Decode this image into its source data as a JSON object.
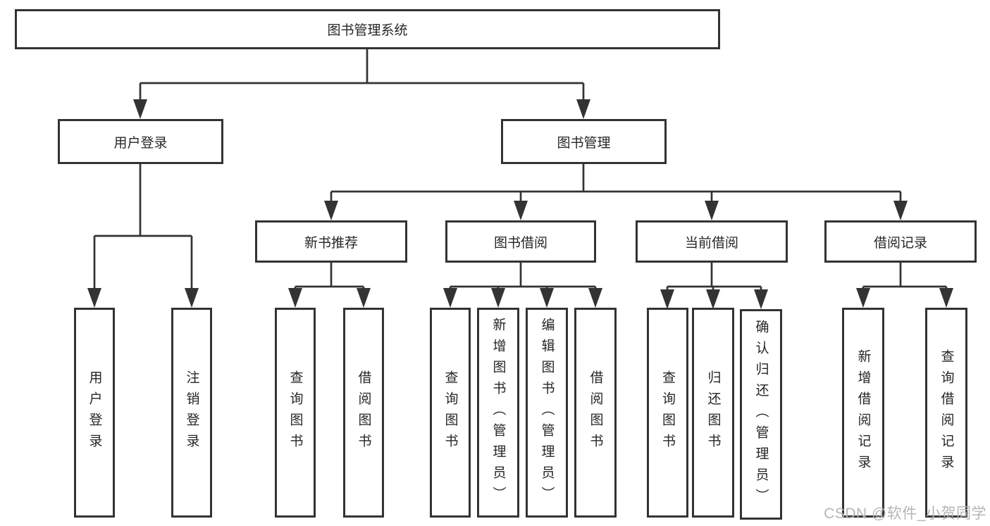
{
  "diagram": {
    "root": {
      "label": "图书管理系统"
    },
    "branches": [
      {
        "label": "用户登录",
        "children": [
          {
            "label": "用户登录"
          },
          {
            "label": "注销登录"
          }
        ]
      },
      {
        "label": "图书管理",
        "children": [
          {
            "label": "新书推荐",
            "children": [
              {
                "label": "查询图书"
              },
              {
                "label": "借阅图书"
              }
            ]
          },
          {
            "label": "图书借阅",
            "children": [
              {
                "label": "查询图书"
              },
              {
                "label": "新增图书（管理员）"
              },
              {
                "label": "编辑图书（管理员）"
              },
              {
                "label": "借阅图书"
              }
            ]
          },
          {
            "label": "当前借阅",
            "children": [
              {
                "label": "查询图书"
              },
              {
                "label": "归还图书"
              },
              {
                "label": "确认归还（管理员）"
              }
            ]
          },
          {
            "label": "借阅记录",
            "children": [
              {
                "label": "新增借阅记录"
              },
              {
                "label": "查询借阅记录"
              }
            ]
          }
        ]
      }
    ]
  },
  "watermark": {
    "text": "CSDN @软件_小贺同学"
  },
  "colors": {
    "line": "#333333",
    "border": "#333333",
    "text": "#262626",
    "watermark": "#b5b5b5",
    "background": "#ffffff"
  }
}
